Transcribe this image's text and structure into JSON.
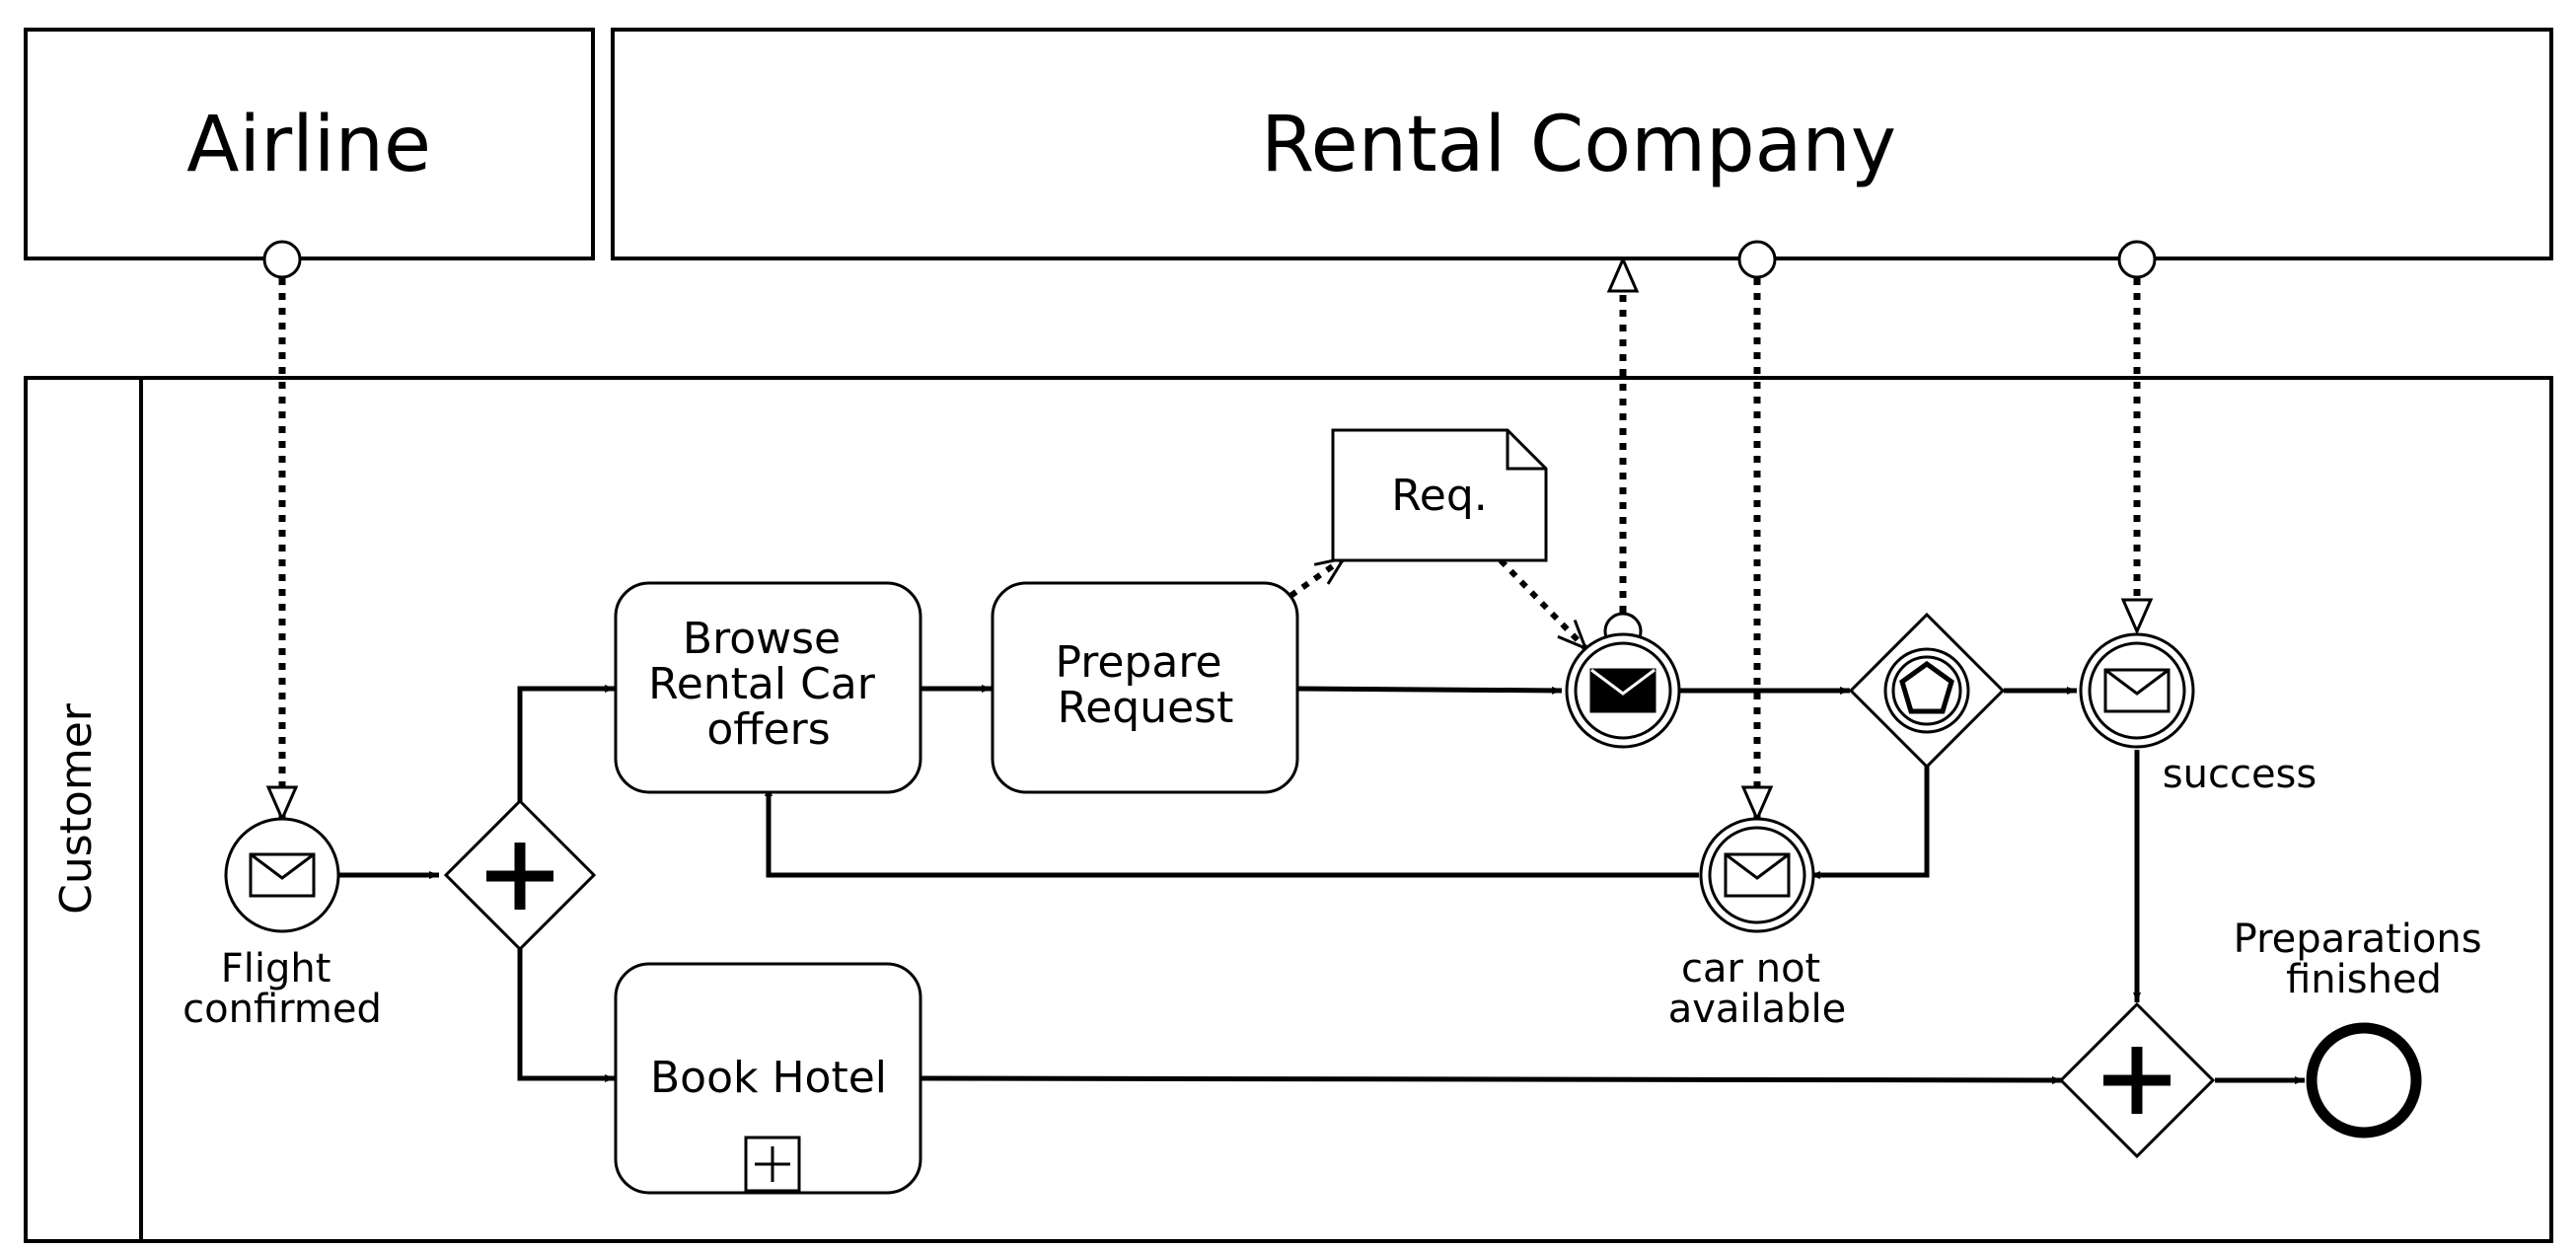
{
  "pools": {
    "airline": {
      "title": "Airline"
    },
    "rental": {
      "title": "Rental Company"
    },
    "customer": {
      "title": "Customer"
    }
  },
  "tasks": {
    "browse": {
      "lines": [
        "Browse",
        "Rental Car",
        "offers"
      ]
    },
    "prepare": {
      "lines": [
        "Prepare",
        "Request"
      ]
    },
    "hotel": {
      "lines": [
        "Book Hotel"
      ]
    }
  },
  "data_object": {
    "label": "Req."
  },
  "events": {
    "flight_confirmed": {
      "lines": [
        "Flight",
        "confirmed"
      ]
    },
    "car_not_available": {
      "lines": [
        "car not",
        "available"
      ]
    },
    "success": {
      "lines": [
        "success"
      ]
    },
    "preparations_finished": {
      "lines": [
        "Preparations",
        "finished"
      ]
    }
  },
  "colors": {
    "stroke": "#000000",
    "background": "#ffffff"
  }
}
